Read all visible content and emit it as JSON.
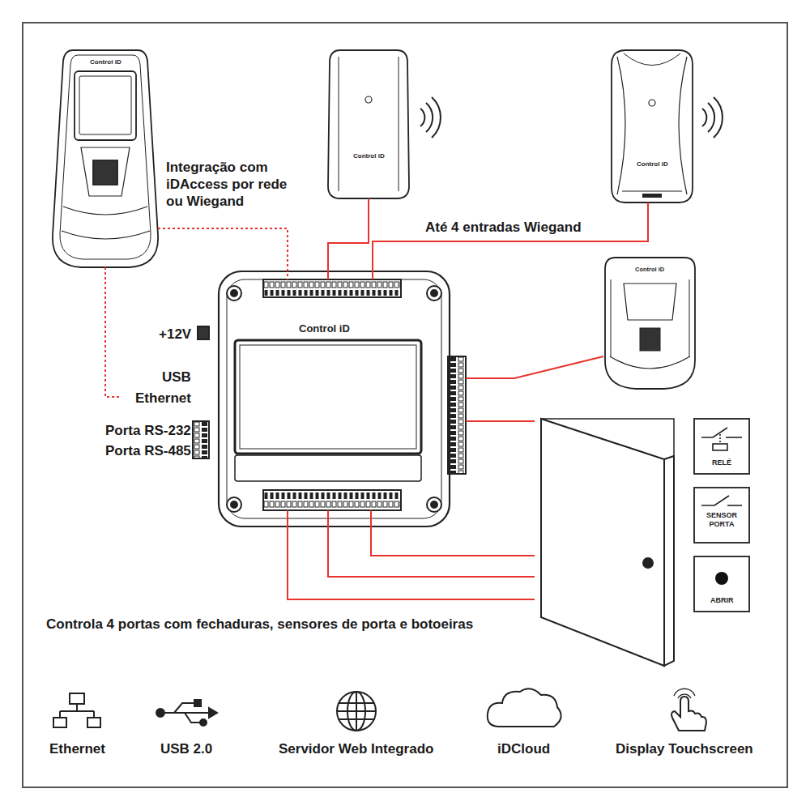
{
  "diagram": {
    "nodes": [
      {
        "text": [
          "Control iD"
        ]
      },
      {
        "text": [
          "Control iD"
        ]
      },
      {
        "text": [
          "Control iD"
        ]
      },
      {
        "text": [
          "Control iD"
        ]
      },
      {
        "text": [
          "Control iD"
        ]
      },
      {
        "text": [
          "RELÉ"
        ]
      },
      {
        "text": [
          "SENSOR PORTA"
        ]
      },
      {
        "text": [
          "ABRIR"
        ]
      }
    ],
    "edges": [
      {
        "from": 0,
        "to": 3,
        "arrow": "none"
      },
      {
        "from": 1,
        "to": 3,
        "arrow": "none"
      },
      {
        "from": 2,
        "to": 3,
        "arrow": "none"
      },
      {
        "from": 3,
        "to": 4,
        "arrow": "none"
      }
    ],
    "labels": [
      "Integração com iDAccess por rede ou Wiegand",
      "Até 4 entradas Wiegand",
      "+12V",
      "USB",
      "Ethernet",
      "Porta RS-232",
      "Porta RS-485",
      "Controla 4 portas com fechaduras, sensores de porta e botoeiras",
      "Ethernet",
      "USB 2.0",
      "Servidor Web Integrado",
      "iDCloud",
      "Display Touchscreen"
    ]
  }
}
